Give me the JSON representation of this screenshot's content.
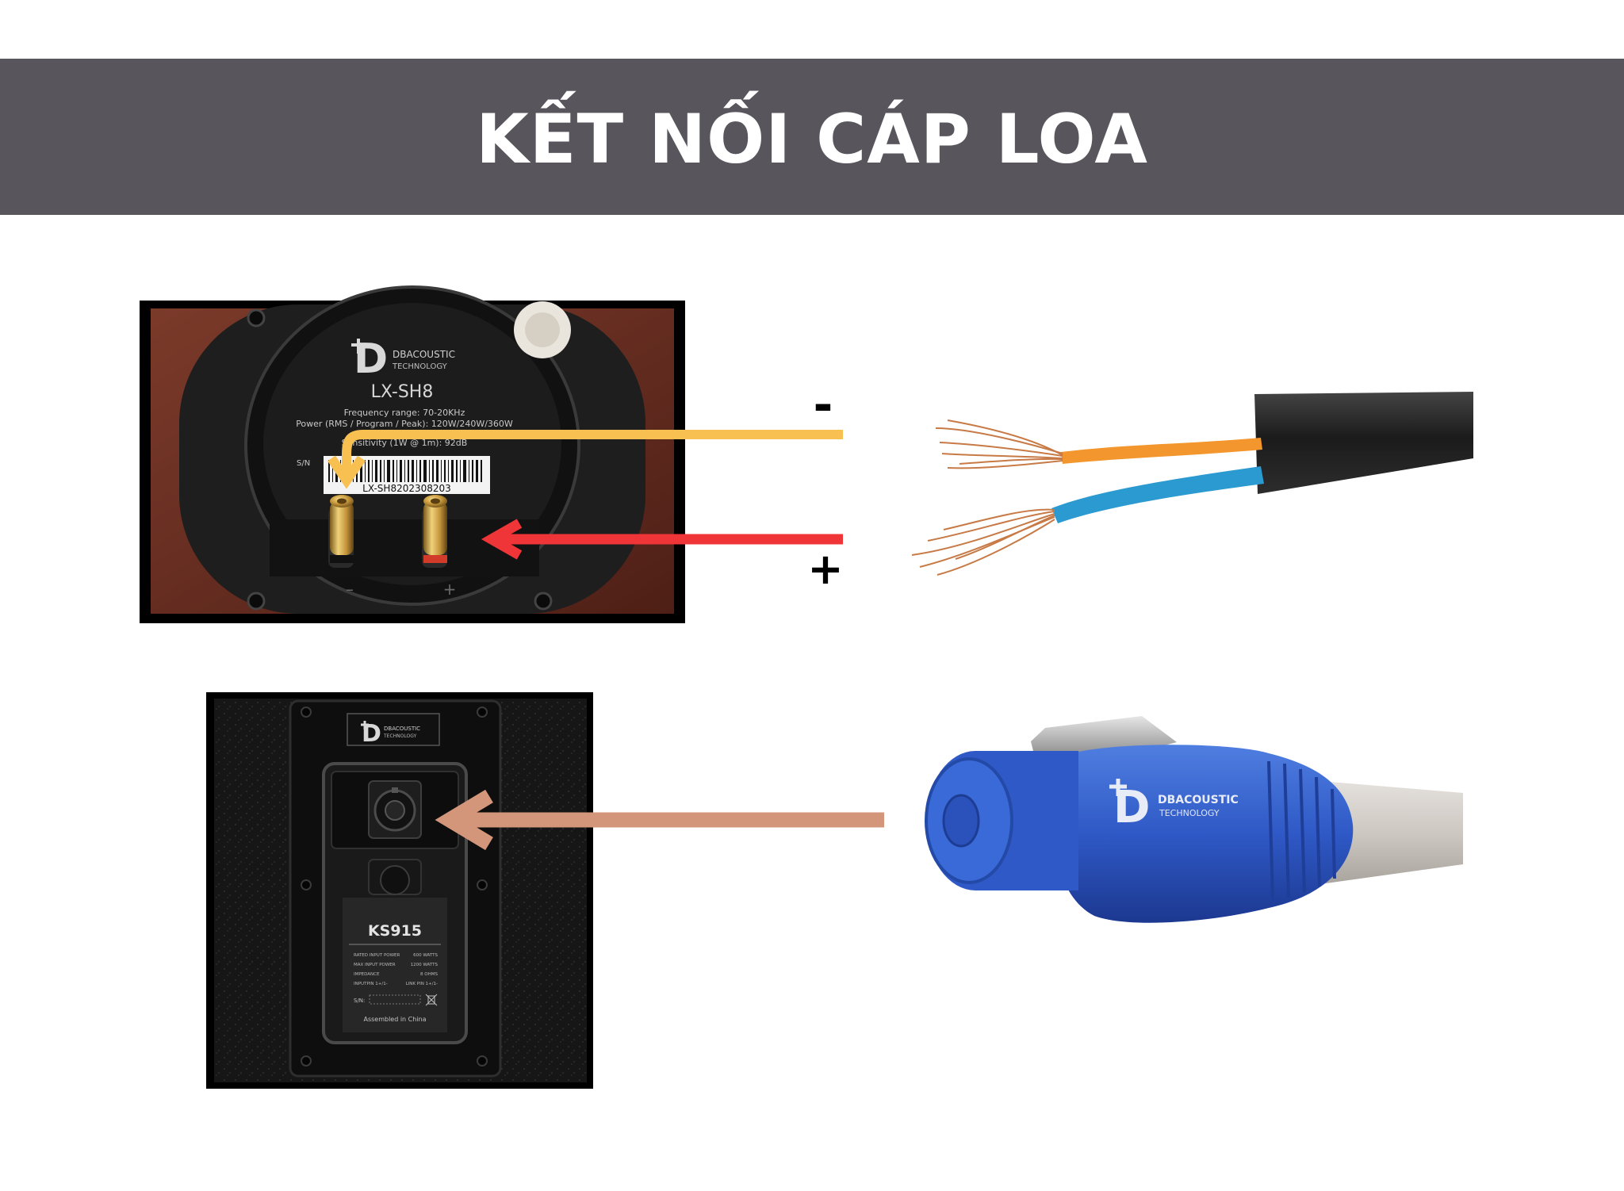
{
  "colors": {
    "banner_bg": "#58565c",
    "negative_wire": "#f8c050",
    "positive_wire": "#ef3538",
    "speakon_arrow": "#d3967a",
    "orange_insulation": "#f3962e",
    "blue_insulation": "#2b9ad0",
    "copper": "#c77a46",
    "speakon_blue": "#2f59c6",
    "cable_grey": "#cdc8c2",
    "wood": "#6b2e22"
  },
  "header": {
    "title": "KẾT NỐI CÁP LOA"
  },
  "polarity": {
    "negative_label": "-",
    "positive_label": "+"
  },
  "speaker_one": {
    "brand": "DBACOUSTIC",
    "brand_sub": "TECHNOLOGY",
    "model": "LX-SH8",
    "spec_frequency": "Frequency range: 70-20KHz",
    "spec_power": "Power (RMS / Program / Peak): 120W/240W/360W",
    "spec_sensitivity": "Sensitivity (1W @ 1m): 92dB",
    "serial_label": "S/N",
    "serial_value": "LX-SH8202308203",
    "terminal_minus": "–",
    "terminal_plus": "+"
  },
  "speaker_two": {
    "brand": "DBACOUSTIC",
    "brand_sub": "TECHNOLOGY",
    "model": "KS915",
    "spec_rows": [
      {
        "label": "RATED INPUT POWER",
        "value": "600 WATTS"
      },
      {
        "label": "MAX INPUT POWER",
        "value": "1200 WATTS"
      },
      {
        "label": "IMPEDANCE",
        "value": "8 OHMS"
      },
      {
        "label": "INPUTPIN 1+/1-",
        "value": "LINK PIN 1+/1-"
      }
    ],
    "serial_label": "S/N:",
    "assembly": "Assembled in China"
  },
  "connector": {
    "brand": "DBACOUSTIC",
    "brand_sub": "TECHNOLOGY"
  }
}
